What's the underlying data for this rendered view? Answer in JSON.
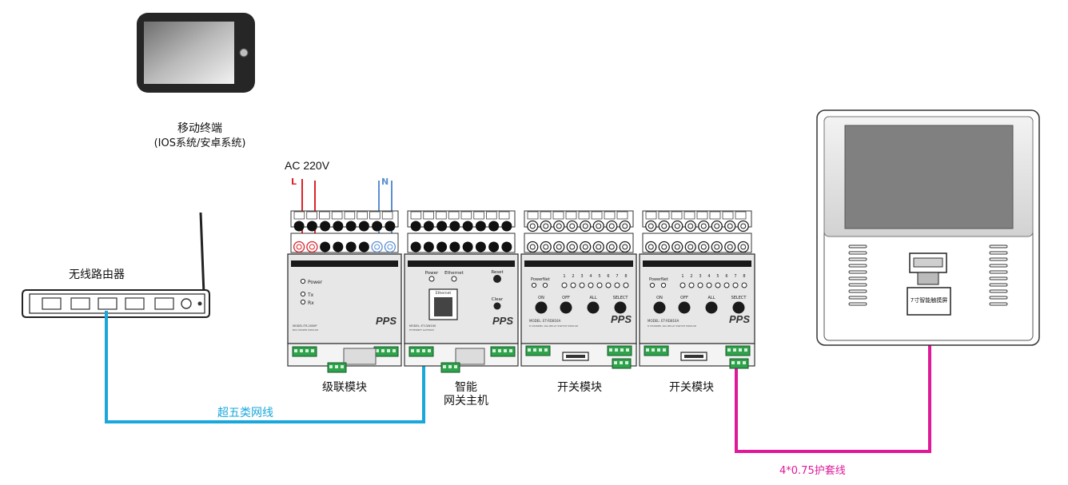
{
  "labels": {
    "mobile_title": "移动终端",
    "mobile_sub": "(IOS系统/安卓系统)",
    "router": "无线路由器",
    "ac": "AC 220V",
    "l": "L",
    "n": "N",
    "cascade": "级联模块",
    "gateway_line1": "智能",
    "gateway_line2": "网关主机",
    "switch1": "开关模块",
    "switch2": "开关模块",
    "cat5": "超五类网线",
    "cable": "4*0.75护套线",
    "panel_label": "7寸智能触摸屏"
  },
  "modules": {
    "brand": "PPS",
    "cascade": {
      "model": "MODEL:TR-2000P",
      "sub": "BUS POWER MODULE",
      "power": "Power",
      "tx": "Tx",
      "rx": "Rx"
    },
    "gateway": {
      "model": "MODEL: ET-GW100",
      "sub": "ETHERNET GATEWAY",
      "power": "Power",
      "ethernet": "Ethernet",
      "reset": "Reset",
      "clear": "Clear",
      "port": "Ethernet"
    },
    "switch": {
      "model": "MODEL: ET-RD816A",
      "sub": "8 CHANNEL 16A RELAY SWITCH MODULE",
      "power": "Power",
      "net": "Net",
      "channels": [
        "1",
        "2",
        "3",
        "4",
        "5",
        "6",
        "7",
        "8"
      ],
      "buttons": [
        "ON",
        "OFF",
        "ALL",
        "SELECT"
      ]
    }
  },
  "colors": {
    "cat5_line": "#1aa7dc",
    "cable_line": "#e0199a",
    "live_wire": "#d9252a",
    "neutral_wire": "#5b8fd1"
  }
}
